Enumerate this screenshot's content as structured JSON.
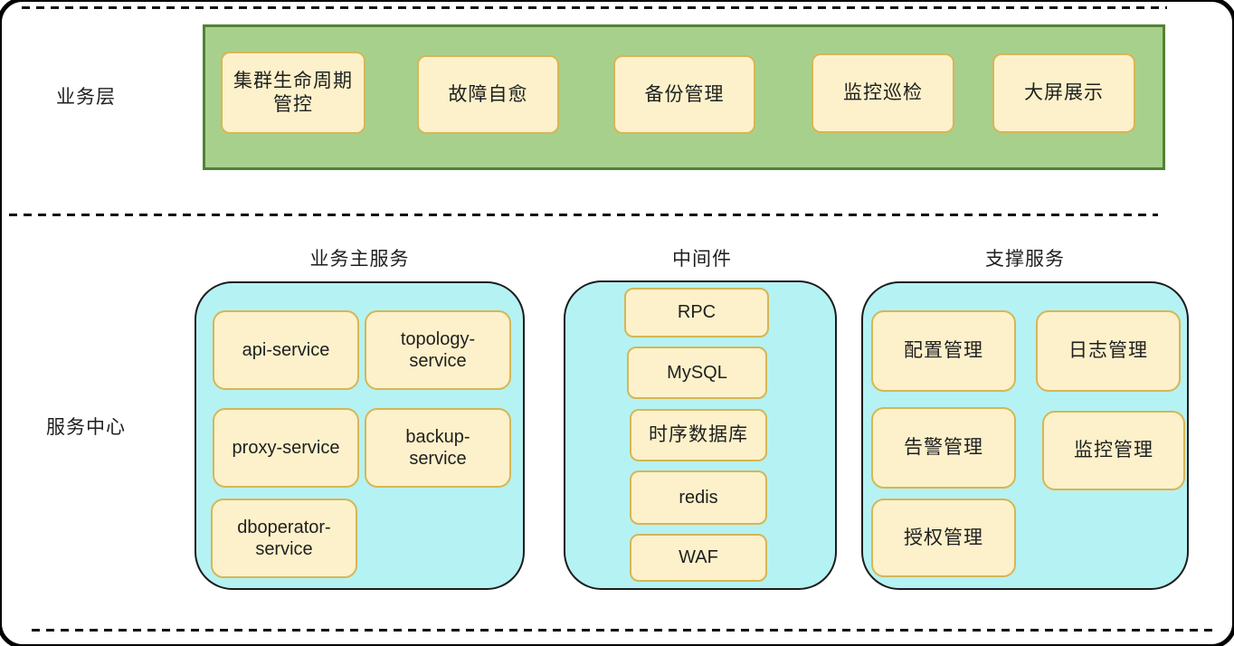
{
  "palette": {
    "green_fill": "#a8d08d",
    "green_border": "#538135",
    "yellow_fill": "#fcf1ca",
    "yellow_border": "#d6b656",
    "cyan_fill": "#b5f2f3",
    "cyan_border": "#1c1c1c",
    "text": "#1f1f1f"
  },
  "business_layer": {
    "label": "业务层",
    "items": [
      "集群生命周期\n管控",
      "故障自愈",
      "备份管理",
      "监控巡检",
      "大屏展示"
    ]
  },
  "service_center": {
    "label": "服务中心",
    "groups": [
      {
        "title": "业务主服务",
        "items": [
          "api-service",
          "topology-\nservice",
          "proxy-service",
          "backup-\nservice",
          "dboperator-\nservice"
        ]
      },
      {
        "title": "中间件",
        "items": [
          "RPC",
          "MySQL",
          "时序数据库",
          "redis",
          "WAF"
        ]
      },
      {
        "title": "支撑服务",
        "items": [
          "配置管理",
          "日志管理",
          "告警管理",
          "监控管理",
          "授权管理"
        ]
      }
    ]
  }
}
